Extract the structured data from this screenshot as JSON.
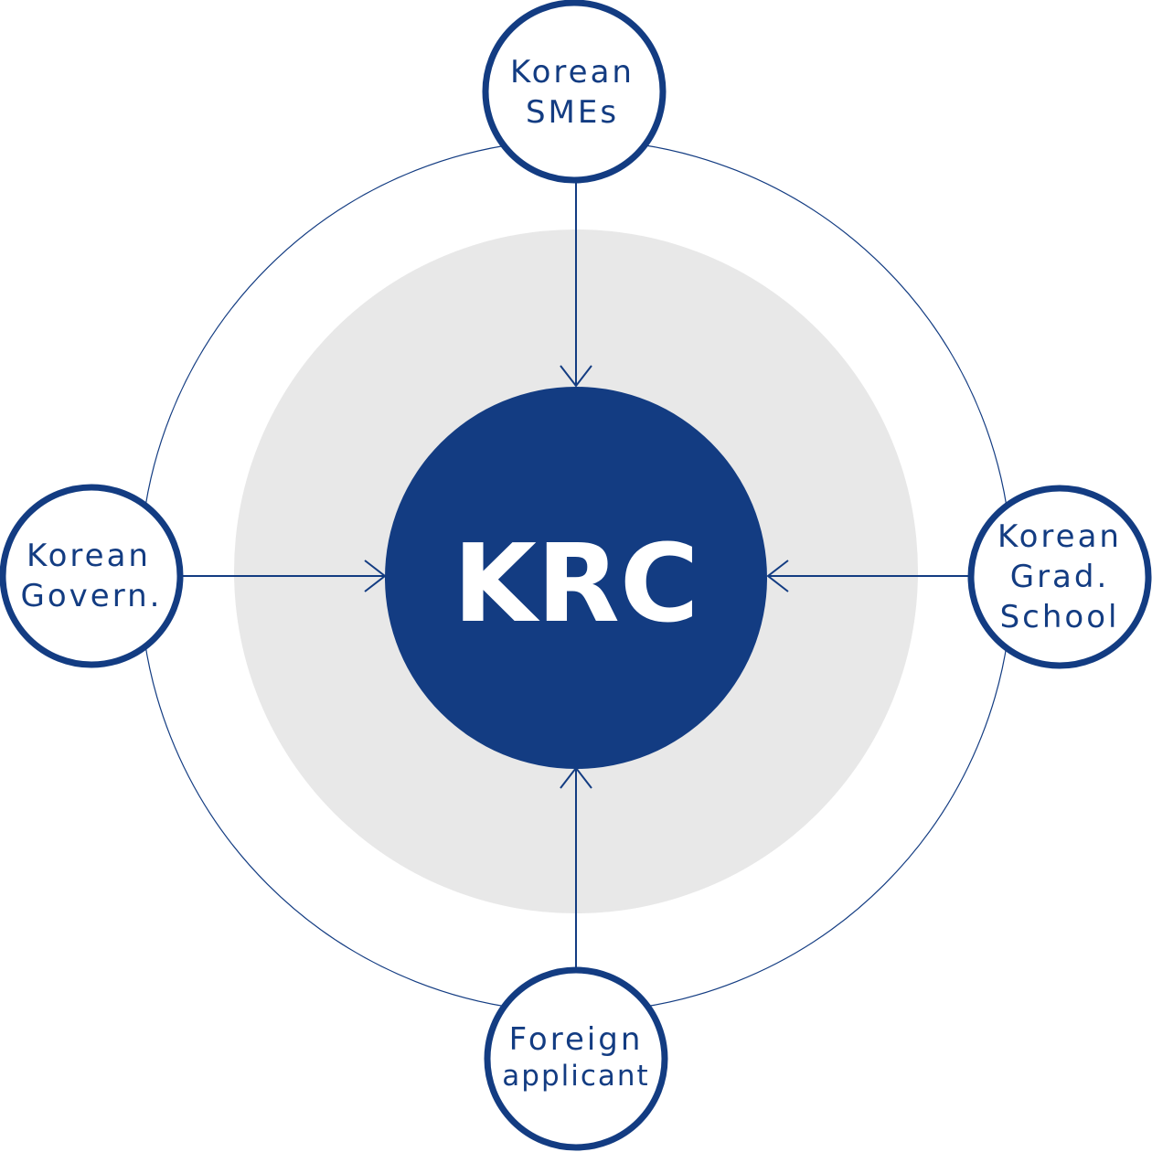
{
  "colors": {
    "primary": "#133c82",
    "halo": "#e8e8e8",
    "background": "#ffffff",
    "center_text": "#ffffff"
  },
  "center": {
    "label": "KRC"
  },
  "nodes": {
    "top": {
      "lines": [
        "Korean",
        "SMEs"
      ]
    },
    "left": {
      "lines": [
        "Korean",
        "Govern."
      ]
    },
    "right": {
      "lines": [
        "Korean",
        "Grad.",
        "School"
      ]
    },
    "bottom": {
      "lines": [
        "Foreign",
        "applicant"
      ]
    }
  }
}
